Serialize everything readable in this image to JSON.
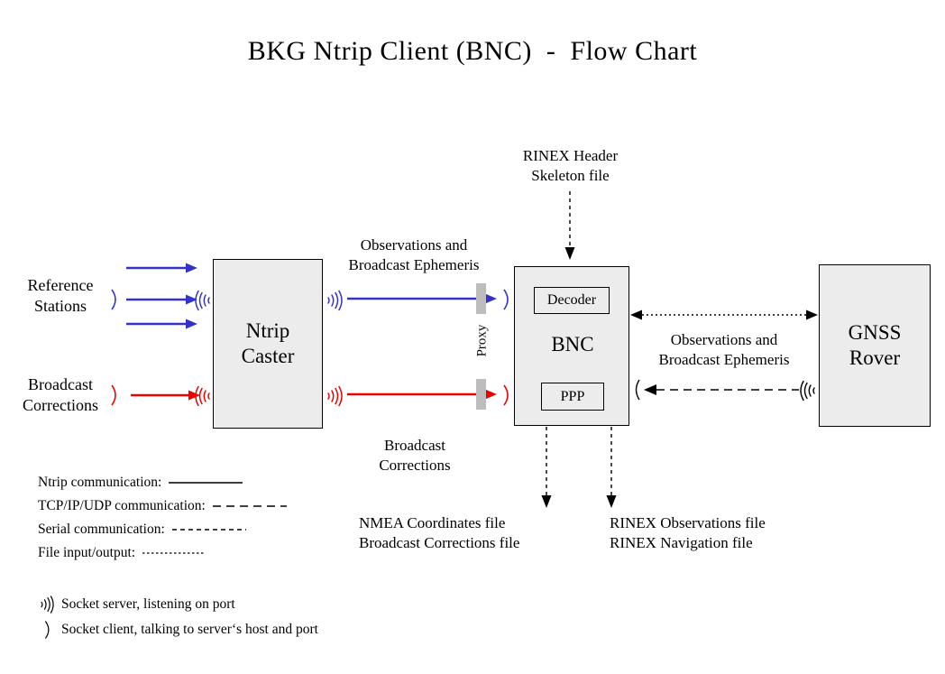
{
  "title": "BKG Ntrip Client (BNC)  -  Flow Chart",
  "colors": {
    "ntrip_blue": "#3333CC",
    "correction_red": "#EE0000",
    "box_fill": "#ECECEC",
    "box_stroke": "#000000",
    "proxy_gray": "#BDBDBD"
  },
  "nodes": {
    "reference_stations": "Reference\nStations",
    "broadcast_corrections_source": "Broadcast\nCorrections",
    "ntrip_caster": "Ntrip\nCaster",
    "bnc": {
      "decoder": "Decoder",
      "name": "BNC",
      "ppp": "PPP"
    },
    "gnss_rover": "GNSS\nRover"
  },
  "flow_labels": {
    "rinex_header_skeleton": "RINEX Header\nSkeleton file",
    "observations_and_ephemeris_left": "Observations and\nBroadcast Ephemeris",
    "broadcast_corrections_mid": "Broadcast\nCorrections",
    "proxy": "Proxy",
    "observations_and_ephemeris_right": "Observations and\nBroadcast Ephemeris",
    "nmea_output": "NMEA Coordinates file\nBroadcast Corrections file",
    "rinex_output": "RINEX Observations file\nRINEX Navigation file"
  },
  "legend": {
    "lines": [
      {
        "label": "Ntrip communication:",
        "style": "solid"
      },
      {
        "label": "TCP/IP/UDP communication:",
        "style": "long-dash"
      },
      {
        "label": "Serial communication:",
        "style": "medium-dash"
      },
      {
        "label": "File input/output:",
        "style": "fine-dot"
      }
    ],
    "sockets": [
      {
        "icon": "socket-server-icon",
        "label": "Socket server, listening on port"
      },
      {
        "icon": "socket-client-icon",
        "label": "Socket client, talking to server‘s host and port"
      }
    ]
  }
}
